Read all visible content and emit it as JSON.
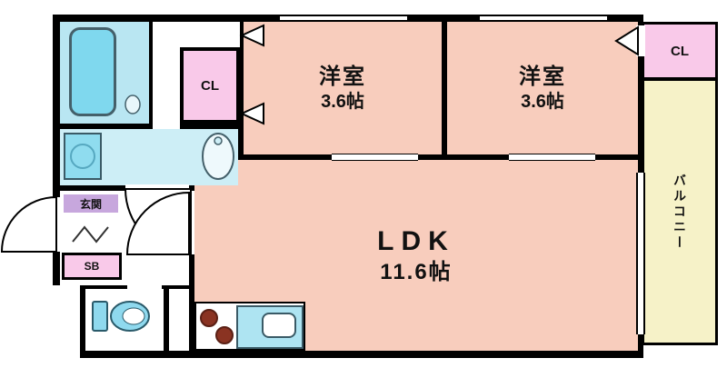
{
  "floor_plan": {
    "western_room_1": {
      "name": "洋室",
      "size": "3.6帖"
    },
    "western_room_2": {
      "name": "洋室",
      "size": "3.6帖"
    },
    "ldk": {
      "name": "LDK",
      "size": "11.6帖"
    },
    "closet_left": "CL",
    "closet_right": "CL",
    "balcony": "バルコニー",
    "entrance": "玄関",
    "shoe_box": "SB",
    "colors": {
      "wall": "#000000",
      "room": "#f8cdbd",
      "closet": "#f9c9e9",
      "bathroom": "#b9e6f2",
      "bathtub": "#7fd8ee",
      "corridor": "#cdeef6",
      "balcony": "#f6f2c8",
      "entrance_label": "#c7a7dd",
      "fixture": "#8fd9ee",
      "burner": "#8a3322"
    }
  }
}
